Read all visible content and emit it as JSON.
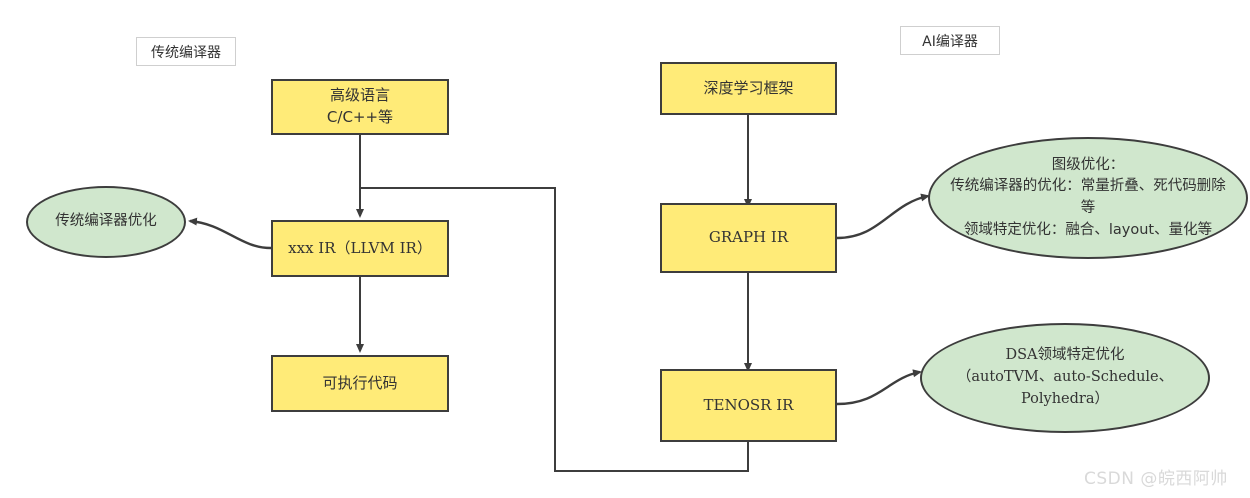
{
  "diagram": {
    "title": "traditional-compiler-vs-ai-compiler",
    "colors": {
      "box_fill": "#ffeb78",
      "ellipse_fill": "#d0e7cd",
      "stroke": "#3d3d3d",
      "tag_fill": "#ffffff",
      "watermark": "#d9d9d9",
      "background": "#ffffff"
    },
    "tags": {
      "left": "传统编译器",
      "right": "AI编译器"
    },
    "nodes": {
      "high_level_language": "高级语言\nC/C++等",
      "llvm_ir": "xxx  IR（LLVM IR）",
      "executable_code": "可执行代码",
      "traditional_optimization": "传统编译器优化",
      "dl_framework": "深度学习框架",
      "graph_ir": "GRAPH IR",
      "tensor_ir": "TENOSR IR",
      "graph_optimization": "图级优化：\n传统编译器的优化：常量折叠、死代码删除等\n领域特定优化：融合、layout、量化等",
      "dsa_optimization": "DSA领域特定优化\n（autoTVM、auto-Schedule、Polyhedra）"
    },
    "watermark": "CSDN @皖西阿帅"
  }
}
